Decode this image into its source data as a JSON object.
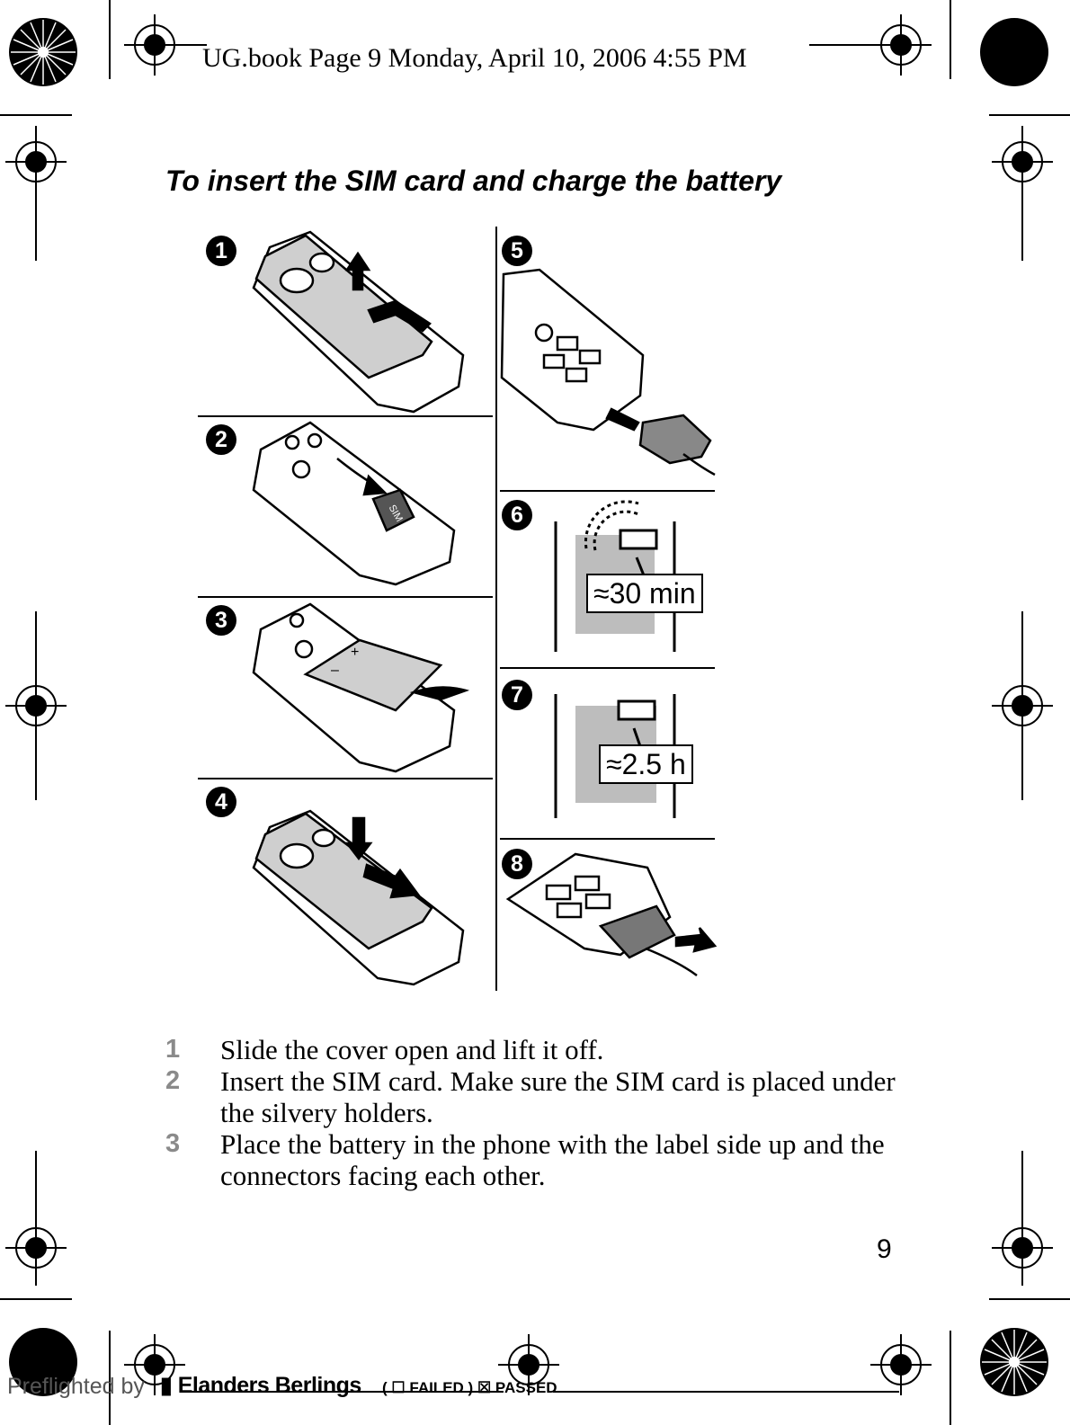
{
  "header": {
    "text": "UG.book  Page 9  Monday, April 10, 2006  4:55 PM"
  },
  "title": "To insert the SIM card and charge the battery",
  "figure": {
    "badges": [
      "1",
      "2",
      "3",
      "4",
      "5",
      "6",
      "7",
      "8"
    ],
    "sim_label": "SIM",
    "battery_plus": "+",
    "battery_minus": "–",
    "charge_time_1": "≈30 min",
    "charge_time_2": "≈2.5 h"
  },
  "steps": [
    {
      "num": "1",
      "text": "Slide the cover open and lift it off."
    },
    {
      "num": "2",
      "text": "Insert the SIM card. Make sure the SIM card is placed under the silvery holders."
    },
    {
      "num": "3",
      "text": "Place the battery in the phone with the label side up and the connectors facing each other."
    }
  ],
  "page_number": "9",
  "footer": {
    "preflight": "Preflighted by",
    "brand": "Elanders Berlings",
    "failed": "FAILED",
    "passed": "PASSED"
  }
}
